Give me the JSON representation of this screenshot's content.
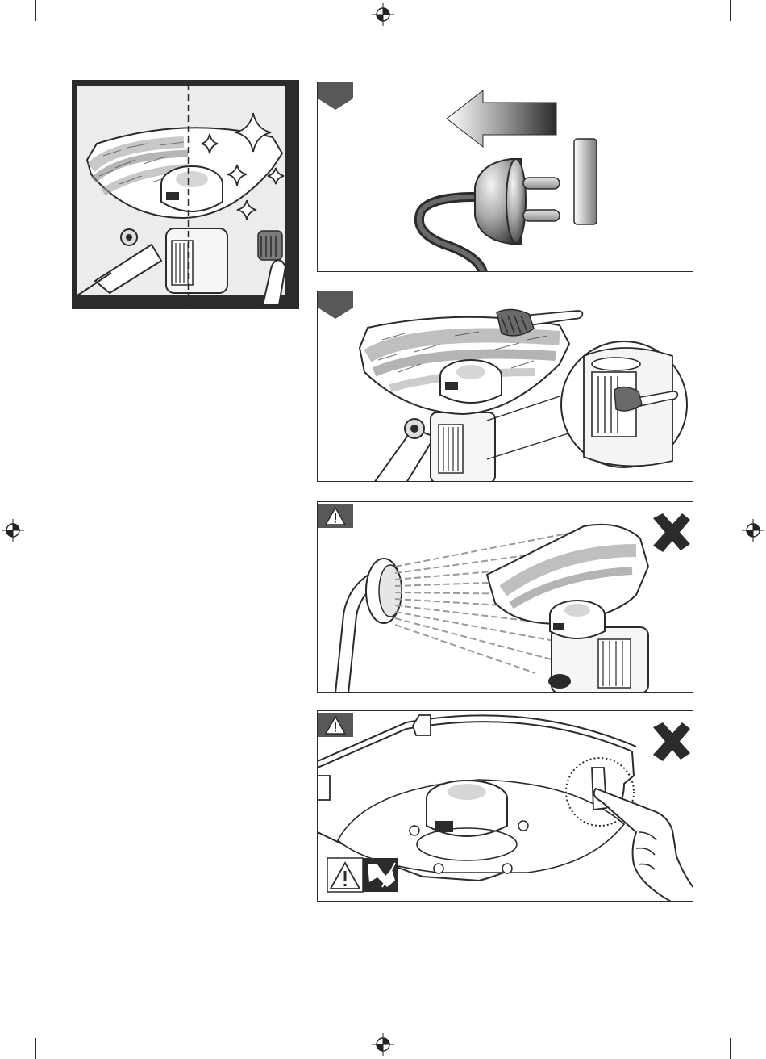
{
  "page": {
    "title": "",
    "registration_marks": [
      "top",
      "left",
      "right",
      "bottom"
    ]
  },
  "illustrations": {
    "overview": {
      "icons": [
        "filter-bowl-icon",
        "clean-sparkle-icon",
        "brush-icon"
      ]
    },
    "step_unplug": {
      "icons": [
        "step-marker-icon",
        "arrow-left-icon",
        "plug-icon"
      ]
    },
    "step_brush": {
      "icons": [
        "step-marker-icon",
        "brush-icon",
        "magnifier-circle-icon"
      ]
    },
    "warning_water": {
      "icons": [
        "warning-triangle-icon",
        "prohibited-x-icon",
        "shower-head-icon"
      ]
    },
    "warning_finger": {
      "icons": [
        "warning-triangle-icon",
        "prohibited-x-icon",
        "hand-icon",
        "pinch-hazard-icon"
      ]
    }
  },
  "colors": {
    "marker": "#58585a",
    "line": "#2b2b2b",
    "fill_light": "#e9e9e9",
    "fill_mid": "#b5b5b5",
    "fill_dark": "#6a6a6a"
  }
}
